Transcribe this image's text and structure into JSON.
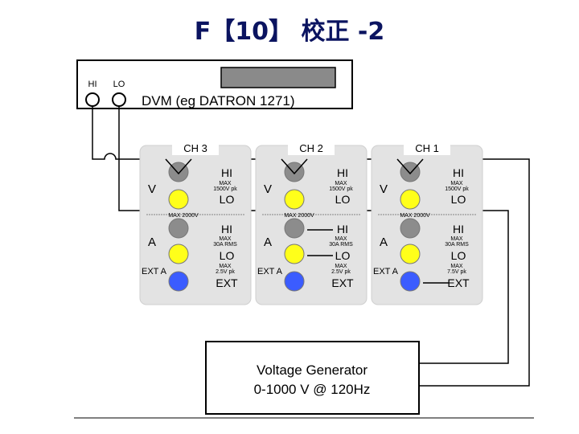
{
  "title": "F【10】 校正 -2",
  "dvm": {
    "label": "DVM (eg DATRON 1271)",
    "hi": "HI",
    "lo": "LO"
  },
  "generator": {
    "line1": "Voltage Generator",
    "line2": "0-1000 V @ 120Hz"
  },
  "colors": {
    "gray_terminal": "#8c8c8c",
    "yellow_terminal": "#ffff1a",
    "blue_terminal": "#3b5cff",
    "panel": "#e3e3e3",
    "wire": "#000000",
    "display": "#8a8a8a"
  },
  "channels": [
    {
      "name": "CH 3",
      "side_labels": {
        "v": "V",
        "a": "A",
        "ext": "EXT A"
      },
      "terminals": {
        "v_hi": "HI",
        "v_lo": "LO",
        "a_hi": "HI",
        "a_lo": "LO",
        "ext": "EXT"
      },
      "ratings": {
        "v_max1": "MAX",
        "v_max2": "1500V pk",
        "sep": "MAX 2000V",
        "a_max1": "MAX",
        "a_max2": "30A RMS",
        "ext_max1": "MAX",
        "ext_max2": "2.5V pk"
      }
    },
    {
      "name": "CH 2",
      "side_labels": {
        "v": "V",
        "a": "A",
        "ext": "EXT A"
      },
      "terminals": {
        "v_hi": "HI",
        "v_lo": "LO",
        "a_hi": "HI",
        "a_lo": "LO",
        "ext": "EXT"
      },
      "ratings": {
        "v_max1": "MAX",
        "v_max2": "1500V pk",
        "sep": "MAX 2000V",
        "a_max1": "MAX",
        "a_max2": "30A RMS",
        "ext_max1": "MAX",
        "ext_max2": "2.5V pk"
      }
    },
    {
      "name": "CH 1",
      "side_labels": {
        "v": "V",
        "a": "A",
        "ext": "EXT A"
      },
      "terminals": {
        "v_hi": "HI",
        "v_lo": "LO",
        "a_hi": "HI",
        "a_lo": "LO",
        "ext": "EXT"
      },
      "ratings": {
        "v_max1": "MAX",
        "v_max2": "1500V pk",
        "sep": "MAX 2000V",
        "a_max1": "MAX",
        "a_max2": "30A RMS",
        "ext_max1": "MAX",
        "ext_max2": "7.5V pk"
      }
    }
  ]
}
